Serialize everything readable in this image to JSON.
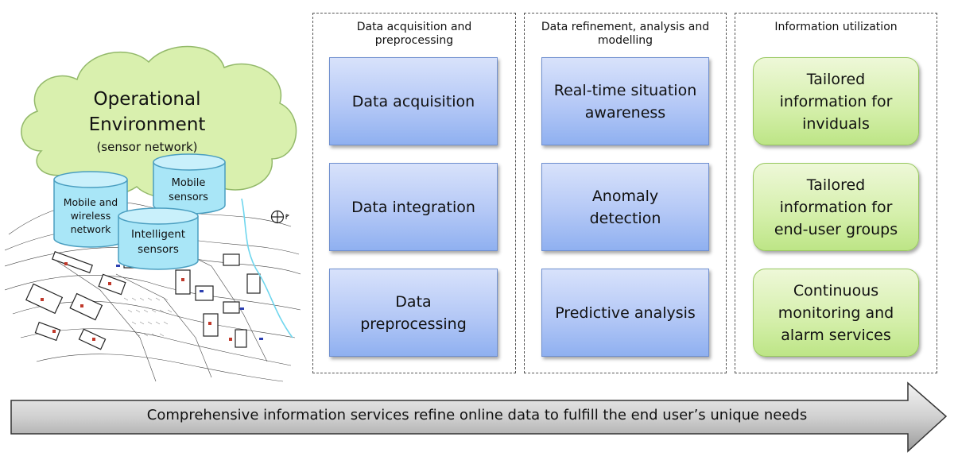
{
  "environment": {
    "title_line1": "Operational",
    "title_line2": "Environment",
    "subtitle": "(sensor network)",
    "sensors": {
      "mobile_wireless": [
        "Mobile and",
        "wireless",
        "network"
      ],
      "mobile": [
        "Mobile",
        "sensors"
      ],
      "intelligent": [
        "Intelligent",
        "sensors"
      ]
    }
  },
  "columns": [
    {
      "title_line1": "Data acquisition and",
      "title_line2": "preprocessing",
      "boxes": [
        {
          "lines": [
            "Data acquisition"
          ]
        },
        {
          "lines": [
            "Data integration"
          ]
        },
        {
          "lines": [
            "Data",
            "preprocessing"
          ]
        }
      ]
    },
    {
      "title_line1": "Data refinement, analysis and",
      "title_line2": "modelling",
      "boxes": [
        {
          "lines": [
            "Real-time situation",
            "awareness"
          ]
        },
        {
          "lines": [
            "Anomaly",
            "detection"
          ]
        },
        {
          "lines": [
            "Predictive analysis"
          ]
        }
      ]
    },
    {
      "title_line1": "Information utilization",
      "title_line2": "",
      "boxes": [
        {
          "lines": [
            "Tailored",
            "information for",
            "inviduals"
          ]
        },
        {
          "lines": [
            "Tailored",
            "information for",
            "end-user groups"
          ]
        },
        {
          "lines": [
            "Continuous",
            "monitoring and",
            "alarm services"
          ]
        }
      ]
    }
  ],
  "arrow": {
    "text": "Comprehensive information services refine online data to fulfill the end user’s unique needs"
  },
  "colors": {
    "blue_box": "#b4c8f6",
    "green_box": "#d4efaa",
    "cloud": "#d9f0ae",
    "cylinder": "#a9e6f7"
  }
}
